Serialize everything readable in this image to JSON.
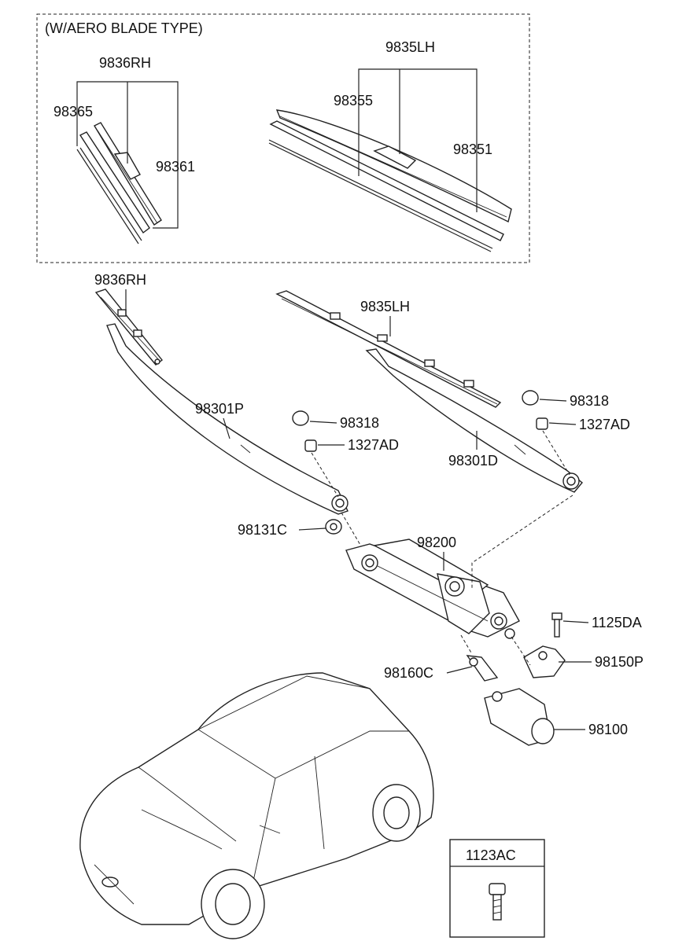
{
  "inset": {
    "title": "(W/AERO BLADE TYPE)",
    "labels": {
      "rh": "9836RH",
      "lh": "9835LH",
      "p98365": "98365",
      "p98361": "98361",
      "p98355": "98355",
      "p98351": "98351"
    }
  },
  "labels": {
    "rh_blade": "9836RH",
    "lh_blade": "9835LH",
    "arm_p": "98301P",
    "arm_d": "98301D",
    "cap_1": "98318",
    "cap_2": "98318",
    "nut_1": "1327AD",
    "nut_2": "1327AD",
    "grommet": "98131C",
    "linkage": "98200",
    "bolt": "1125DA",
    "bracket": "98150P",
    "crank": "98160C",
    "motor": "98100"
  },
  "legend_box": {
    "code": "1123AC"
  }
}
